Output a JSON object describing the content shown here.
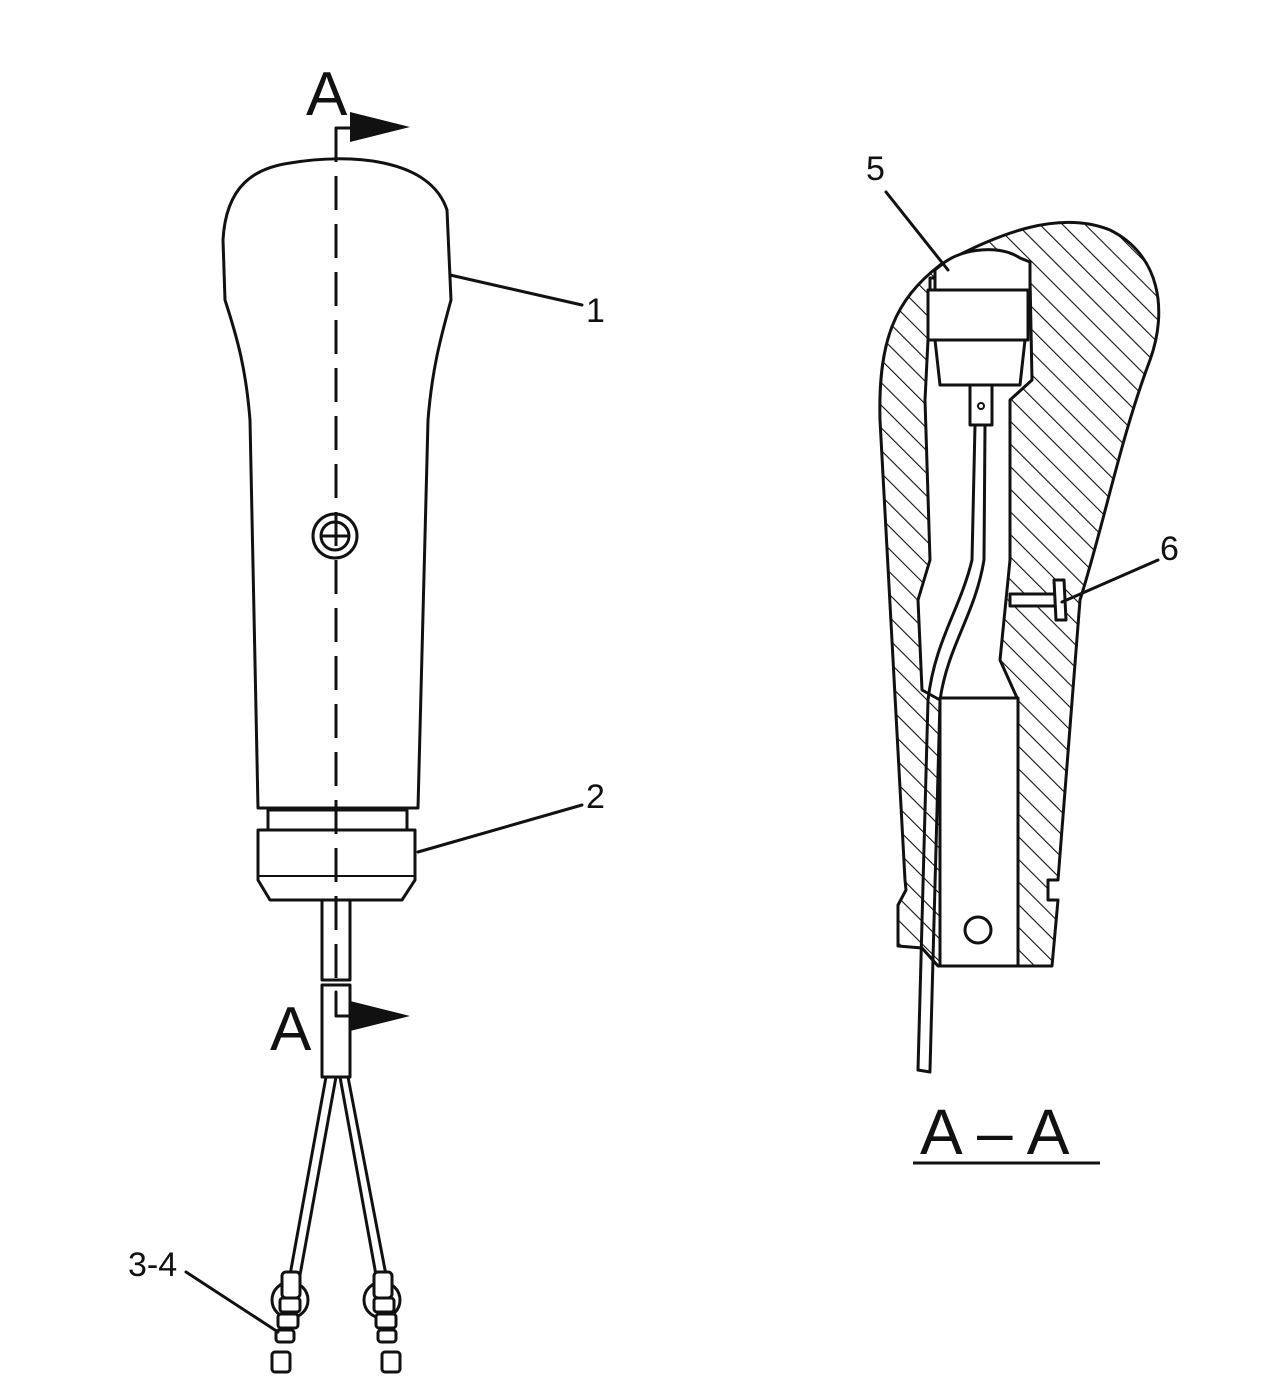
{
  "section_marks": {
    "top": "A",
    "bottom": "A"
  },
  "section_title": "A – A",
  "callouts": [
    {
      "id": "1",
      "label": "1"
    },
    {
      "id": "2",
      "label": "2"
    },
    {
      "id": "3-4",
      "label": "3-4"
    },
    {
      "id": "5",
      "label": "5"
    },
    {
      "id": "6",
      "label": "6"
    }
  ],
  "colors": {
    "ink": "#111111",
    "paper": "#ffffff"
  }
}
